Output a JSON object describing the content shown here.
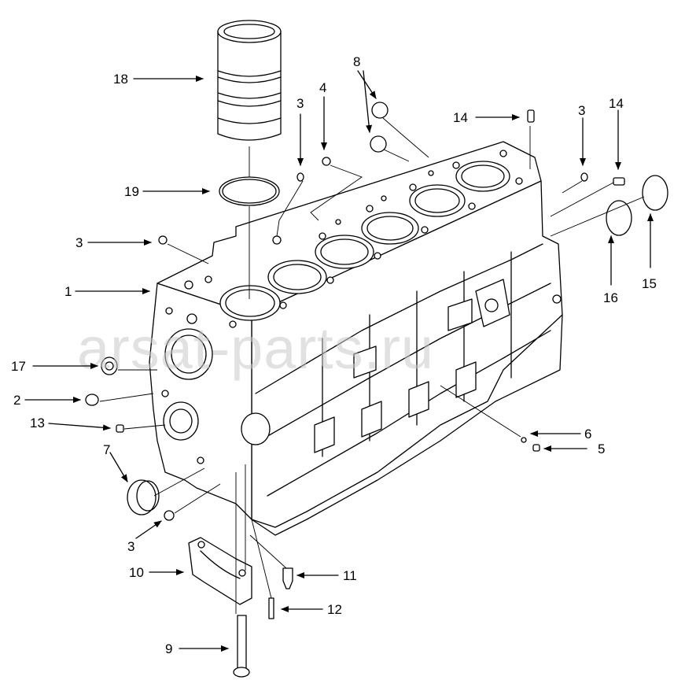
{
  "watermark": "arsat-parts.ru",
  "callouts": [
    {
      "id": "c1",
      "label": "1"
    },
    {
      "id": "c2",
      "label": "2"
    },
    {
      "id": "c3a",
      "label": "3"
    },
    {
      "id": "c3b",
      "label": "3"
    },
    {
      "id": "c3c",
      "label": "3"
    },
    {
      "id": "c3d",
      "label": "3"
    },
    {
      "id": "c4",
      "label": "4"
    },
    {
      "id": "c5",
      "label": "5"
    },
    {
      "id": "c6",
      "label": "6"
    },
    {
      "id": "c7",
      "label": "7"
    },
    {
      "id": "c8",
      "label": "8"
    },
    {
      "id": "c9",
      "label": "9"
    },
    {
      "id": "c10",
      "label": "10"
    },
    {
      "id": "c11",
      "label": "11"
    },
    {
      "id": "c12",
      "label": "12"
    },
    {
      "id": "c13",
      "label": "13"
    },
    {
      "id": "c14a",
      "label": "14"
    },
    {
      "id": "c14b",
      "label": "14"
    },
    {
      "id": "c15",
      "label": "15"
    },
    {
      "id": "c16",
      "label": "16"
    },
    {
      "id": "c17",
      "label": "17"
    },
    {
      "id": "c18",
      "label": "18"
    },
    {
      "id": "c19",
      "label": "19"
    }
  ]
}
